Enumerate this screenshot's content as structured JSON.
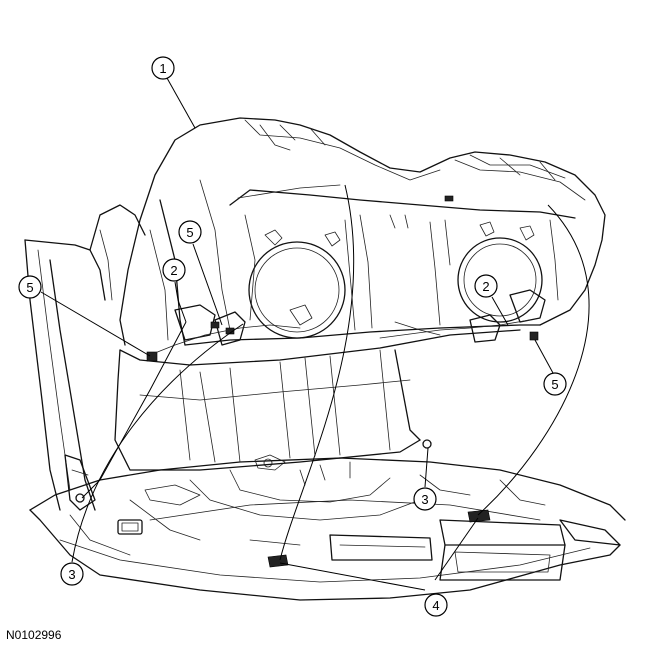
{
  "figure_id": "N0102996",
  "callouts": {
    "c1": "1",
    "c2a": "2",
    "c2b": "2",
    "c3a": "3",
    "c3b": "3",
    "c4": "4",
    "c5a": "5",
    "c5b": "5",
    "c5c": "5"
  }
}
